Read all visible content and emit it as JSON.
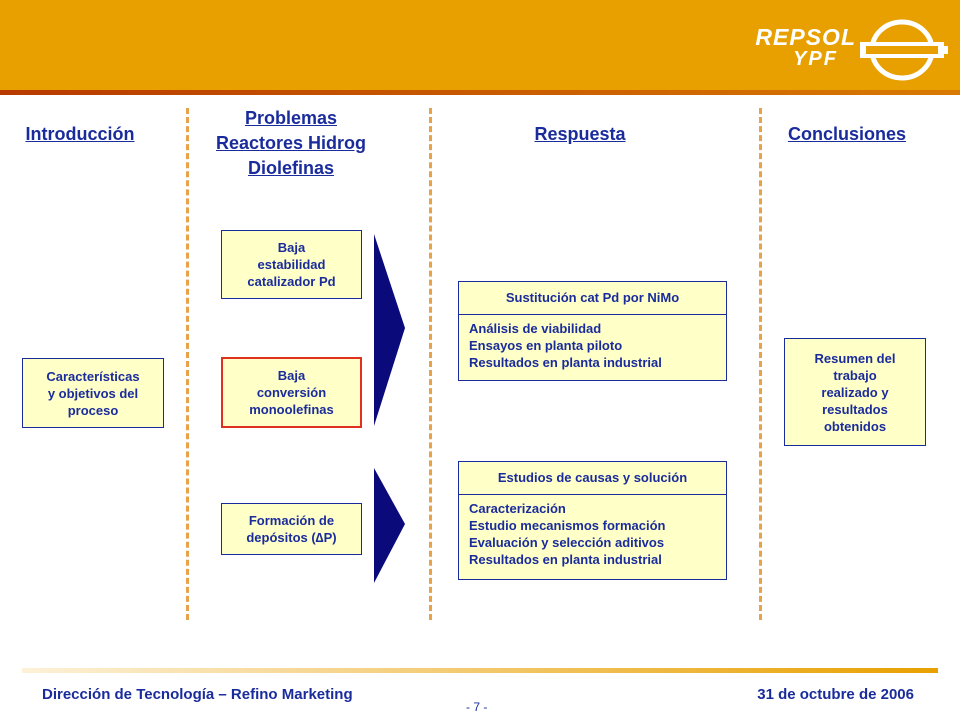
{
  "brand": {
    "logo_line1": "REPSOL",
    "logo_line2": "YPF",
    "header_color": "#E8A000",
    "accent_color": "#1A2C9C",
    "highlight_color": "#E03020"
  },
  "columns": {
    "introduccion": "Introducción",
    "problemas": [
      "Problemas",
      "Reactores Hidrog",
      "Diolefinas"
    ],
    "respuesta": "Respuesta",
    "conclusiones": "Conclusiones"
  },
  "intro_box": [
    "Características",
    "y objetivos del",
    "proceso"
  ],
  "problems": [
    {
      "lines": [
        "Baja",
        "estabilidad",
        "catalizador Pd"
      ],
      "highlighted": false
    },
    {
      "lines": [
        "Baja",
        "conversión",
        "monoolefinas"
      ],
      "highlighted": true
    },
    {
      "lines": [
        "Formación de",
        "depósitos (∆P)"
      ],
      "highlighted": false
    }
  ],
  "responses": [
    {
      "title": "Sustitución cat Pd por NiMo",
      "items": [
        "Análisis de viabilidad",
        "Ensayos en planta piloto",
        "Resultados en planta industrial"
      ]
    },
    {
      "title": "Estudios de causas y solución",
      "items": [
        "Caracterización",
        "Estudio mecanismos formación",
        "Evaluación y selección aditivos",
        "Resultados en planta industrial"
      ]
    }
  ],
  "conclusion_box": [
    "Resumen del",
    "trabajo",
    "realizado y",
    "resultados",
    "obtenidos"
  ],
  "footer": {
    "left": "Dirección de Tecnología – Refino Marketing",
    "right": "31 de octubre de 2006",
    "page": "- 7 -"
  }
}
